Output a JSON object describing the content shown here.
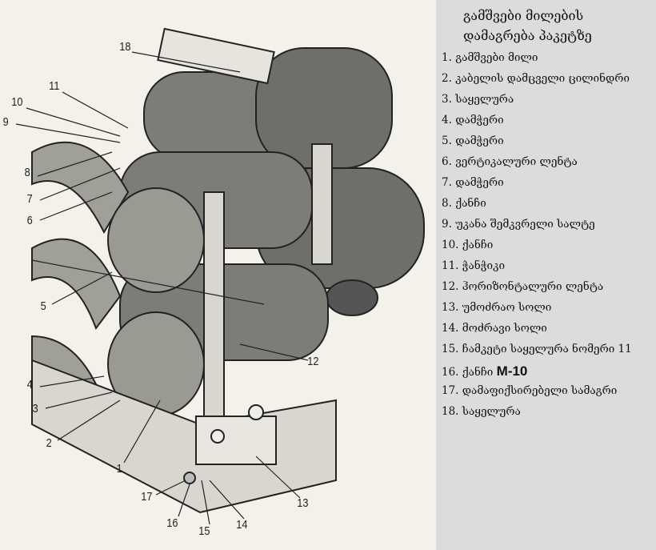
{
  "legend": {
    "title_line1": "გამშვები მილების",
    "title_line2": "დამაგრება პაკეტზე",
    "items": [
      {
        "num": "1.",
        "text": "გამშვები მილი"
      },
      {
        "num": "2.",
        "text": "კაბელის დამცველი  ცილინდრი"
      },
      {
        "num": "3.",
        "text": "საყელურა"
      },
      {
        "num": "4.",
        "text": "დამჭერი"
      },
      {
        "num": "5.",
        "text": "დამჭერი"
      },
      {
        "num": "6.",
        "text": "ვერტიკალური ლენტა"
      },
      {
        "num": "7.",
        "text": " დამჭერი"
      },
      {
        "num": "8.",
        "text": "ქანჩი"
      },
      {
        "num": "9.",
        "text": "უკანა შემკვრელი სალტე"
      },
      {
        "num": "10.",
        "text": "ქანჩი"
      },
      {
        "num": "11.",
        "text": " ჭანჭიკი"
      },
      {
        "num": "12.",
        "text": "ჰორიზონტალური ლენტა"
      },
      {
        "num": "13.",
        "text": "უმოძრაო სოლი"
      },
      {
        "num": "14.",
        "text": "მოძრავი სოლი"
      },
      {
        "num": "15.",
        "text": "ჩამკეტი საყელურა ნომერი 11"
      },
      {
        "num": "16.",
        "text": "ქანჩი ",
        "extra": "M-10"
      },
      {
        "num": "17.",
        "text": "დამაფიქსირებელი სამაგრი"
      },
      {
        "num": "18.",
        "text": "საყელურა"
      }
    ]
  },
  "diagram": {
    "callouts": [
      "18",
      "11",
      "10",
      "9",
      "8",
      "7",
      "6",
      "5",
      "12",
      "4",
      "3",
      "2",
      "1",
      "17",
      "16",
      "15",
      "14",
      "13"
    ]
  }
}
